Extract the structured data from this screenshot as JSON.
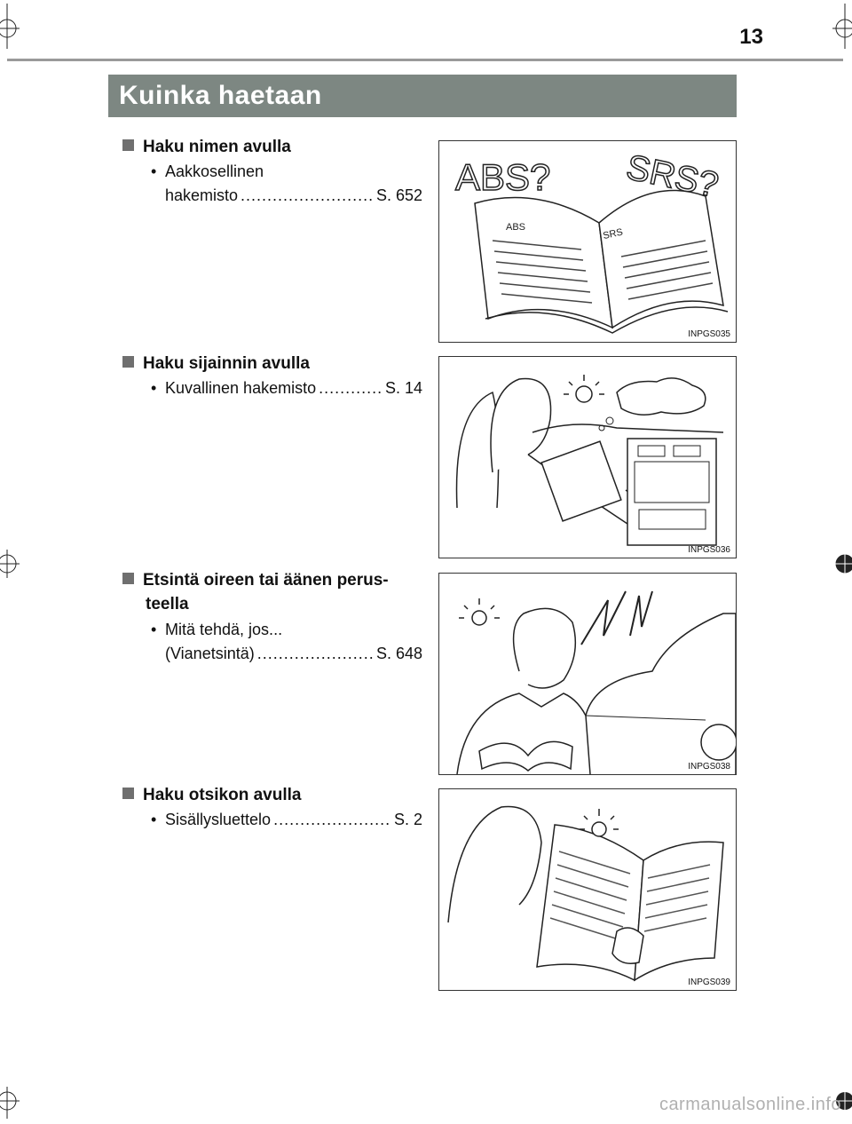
{
  "page_number": "13",
  "section_title": "Kuinka haetaan",
  "items": [
    {
      "title": "Haku nimen avulla",
      "entry_text": "Aakkosellinen",
      "entry_text2": "hakemisto",
      "entry_page": "S. 652",
      "figure": {
        "label": "INPGS035",
        "text_left": "ABS?",
        "text_right": "SRS?"
      }
    },
    {
      "title": "Haku sijainnin avulla",
      "entry_text": "Kuvallinen hakemisto",
      "entry_page": "S. 14",
      "figure": {
        "label": "INPGS036"
      }
    },
    {
      "title_line1": "Etsintä oireen tai äänen perus-",
      "title_line2": "teella",
      "entry_text": "Mitä tehdä, jos...",
      "entry_text2": "(Vianetsintä)",
      "entry_page": "S. 648",
      "figure": {
        "label": "INPGS038"
      }
    },
    {
      "title": "Haku otsikon avulla",
      "entry_text": "Sisällysluettelo",
      "entry_page": "S. 2",
      "figure": {
        "label": "INPGS039"
      }
    }
  ],
  "footer_watermark": "carmanualsonline.info",
  "colors": {
    "header_bg": "#7d8782",
    "rule": "#9a9a9a",
    "bullet_square": "#6f6f6f"
  }
}
